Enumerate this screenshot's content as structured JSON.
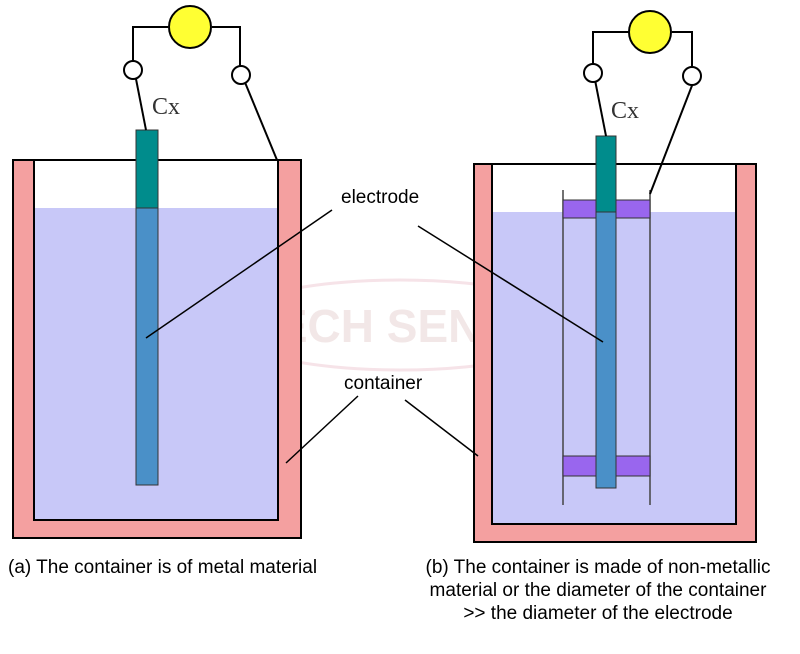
{
  "labels": {
    "cx_left": "Cx",
    "cx_right": "Cx",
    "electrode": "electrode",
    "container": "container",
    "watermark": "ATECH SENSOR"
  },
  "captions": {
    "a": "(a) The container is of metal material",
    "b_lines": [
      "(b) The container is made of non-metallic",
      "material or the diameter of the container",
      ">> the diameter of the electrode"
    ]
  },
  "colors": {
    "container_wall": "#f4a0a0",
    "liquid": "#c8c8f8",
    "electrode_submerged": "#4a90c8",
    "electrode_top": "#008c8c",
    "spacer": "#9966ee",
    "meter": "#ffff33"
  }
}
